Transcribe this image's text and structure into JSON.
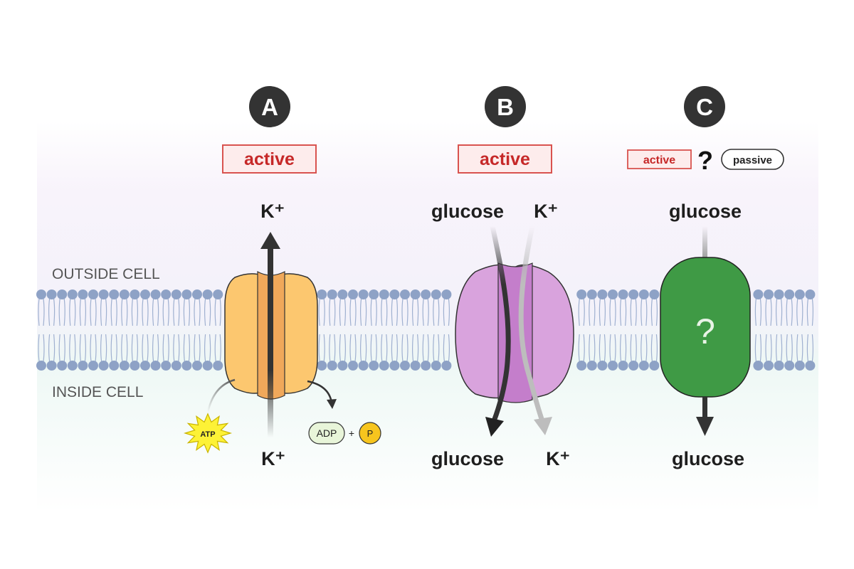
{
  "regions": {
    "outside": "OUTSIDE CELL",
    "inside": "INSIDE CELL"
  },
  "panels": [
    {
      "letter": "A",
      "mode_label": "active",
      "top_labels": [
        "K⁺"
      ],
      "bottom_labels": [
        "K⁺"
      ],
      "energy": {
        "input": "ATP",
        "products": [
          "ADP",
          "+",
          "P"
        ]
      }
    },
    {
      "letter": "B",
      "mode_label": "active",
      "top_labels": [
        "glucose",
        "K⁺"
      ],
      "bottom_labels": [
        "glucose",
        "K⁺"
      ]
    },
    {
      "letter": "C",
      "choice": {
        "option_a": "active",
        "separator": "?",
        "option_b": "passive"
      },
      "top_labels": [
        "glucose"
      ],
      "bottom_labels": [
        "glucose"
      ],
      "protein_mark": "?"
    }
  ],
  "colors": {
    "head": "#8ea2c6",
    "tail": "#9fb0d0",
    "letter_bg": "#333333",
    "active_red": "#c62828",
    "protein_a": "#fcc76f",
    "protein_b": "#d9a3dd",
    "protein_c": "#3f9a45",
    "atp": "#fdf236"
  }
}
